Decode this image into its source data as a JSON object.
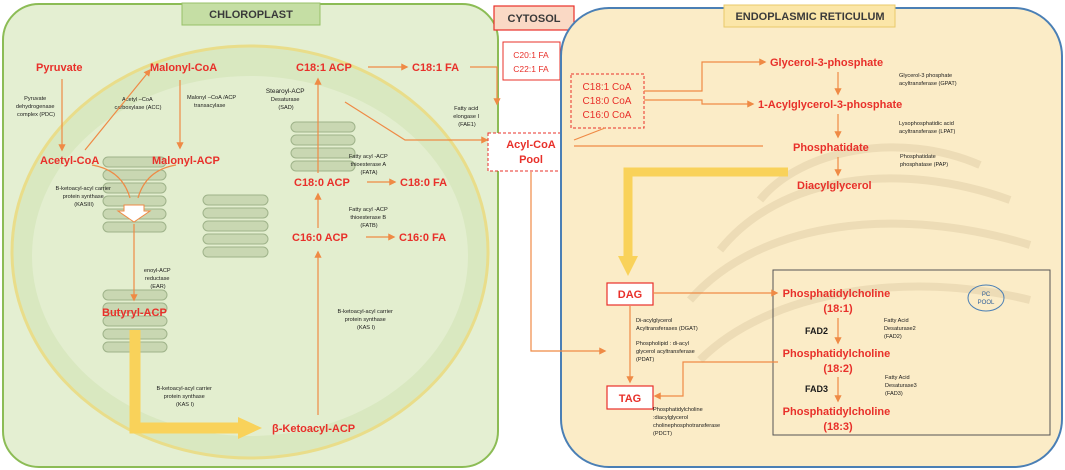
{
  "titles": {
    "chloroplast": "CHLOROPLAST",
    "cytosol": "CYTOSOL",
    "er": "ENDOPLASMIC RETICULUM"
  },
  "metabolites": {
    "pyruvate": "Pyruvate",
    "malonyl_coa": "Malonyl-CoA",
    "acetyl_coa": "Acetyl-CoA",
    "malonyl_acp": "Malonyl-ACP",
    "butyryl_acp": "Butyryl-ACP",
    "ketoacyl_acp": "β-Ketoacyl-ACP",
    "c18_1_acp": "C18:1 ACP",
    "c18_1_fa": "C18:1 FA",
    "c18_0_acp": "C18:0 ACP",
    "c18_0_fa": "C18:0 FA",
    "c16_0_acp": "C16:0 ACP",
    "c16_0_fa": "C16:0 FA",
    "c20_1_fa": "C20:1 FA",
    "c22_1_fa": "C22:1 FA",
    "acyl_coa_pool_1": "Acyl-CoA",
    "acyl_coa_pool_2": "Pool",
    "c18_1_coa": "C18:1 CoA",
    "c18_0_coa": "C18:0 CoA",
    "c16_0_coa": "C16:0 CoA",
    "glycerol_3_phosphate": "Glycerol-3-phosphate",
    "acylglycerol_3_phosphate": "1-Acylglycerol-3-phosphate",
    "phosphatidate": "Phosphatidate",
    "diacylglycerol": "Diacylglycerol",
    "dag": "DAG",
    "tag": "TAG",
    "pc_18_1_a": "Phosphatidylcholine",
    "pc_18_1_b": "(18:1)",
    "pc_18_2_a": "Phosphatidylcholine",
    "pc_18_2_b": "(18:2)",
    "pc_18_3_a": "Phosphatidylcholine",
    "pc_18_3_b": "(18:3)",
    "fad2": "FAD2",
    "fad3": "FAD3",
    "pc_pool_1": "PC",
    "pc_pool_2": "POOL"
  },
  "enzymes": {
    "pdc": [
      "Pyruvate",
      "dehydrogenase",
      "complex (PDC)"
    ],
    "acc": [
      "Acetyl –CoA",
      "carboxylase (ACC)"
    ],
    "mat": [
      "Malonyl –CoA /ACP",
      "transacylase"
    ],
    "sad": [
      "Stearoyl-ACP",
      "Desaturase",
      "(SAD)"
    ],
    "fae1": [
      "Fatty acid",
      "elongase I",
      "(FAE1)"
    ],
    "kasiii": [
      "B-ketoacyl-acyl carrier",
      "protein synthase",
      "(KASIII)"
    ],
    "fata": [
      "Fatty acyl -ACP",
      "thioesterase A",
      "(FATA)"
    ],
    "fatb": [
      "Fatty acyl -ACP",
      "thioesterase B",
      "(FATB)"
    ],
    "ear": [
      "enoyl-ACP",
      "reductase",
      "(EAR)"
    ],
    "kasi_right": [
      "B-ketoacyl-acyl carrier",
      "protein synthase",
      "(KAS I)"
    ],
    "kasi_bottom": [
      "B-ketoacyl-acyl carrier",
      "protein  synthase",
      "(KAS I)"
    ],
    "gpat": [
      "Glycerol-3 phosphate",
      "acyltransferase (GPAT)"
    ],
    "lpat": [
      "Lysophosphatidic acid",
      "acyltransferase (LPAT)"
    ],
    "pap": [
      "Phosphatidate",
      "phosphatase (PAP)"
    ],
    "dgat": [
      "Di-acylglycerol",
      "Acyltransferases  (DGAT)"
    ],
    "pdat": [
      "Phospholipid :  di-acyl",
      "glycerol  acyltransferase",
      "(PDAT)"
    ],
    "pdct": [
      "Phosphatidylcholine",
      ":diacylglycerol",
      "cholinephosphotransferase",
      "(PDCT)"
    ],
    "fad2_enz": [
      "Fatty Acid",
      "Desaturase2",
      "(FAD2)"
    ],
    "fad3_enz": [
      "Fatty Acid",
      "Desaturase3",
      "(FAD3)"
    ]
  },
  "colors": {
    "metabolite": "#e8302a",
    "arrow": "#ef8a45",
    "big_arrow": "#f9d25a",
    "chloroplast_fill": "#e4efd2",
    "chloroplast_border": "#8cbc55",
    "er_fill": "#fbecc7",
    "er_border": "#4a7fb5"
  }
}
